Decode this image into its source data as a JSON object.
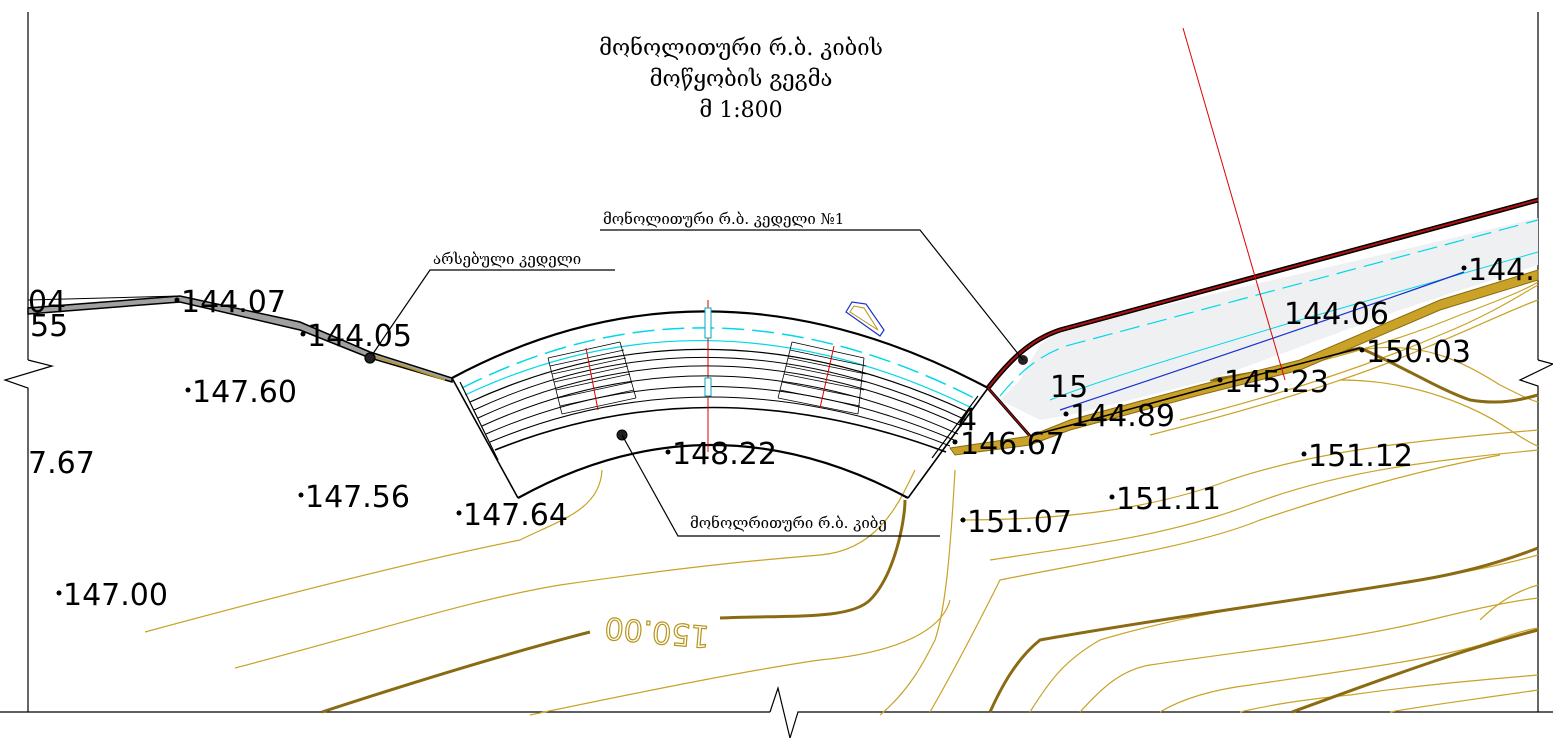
{
  "title": {
    "line1": "მონოლითური რ.ბ. კიბის",
    "line2": "მოწყობის გეგმა",
    "scale": "მ 1:800"
  },
  "labels": {
    "existing_wall": "არსებული კედელი",
    "wall_no1": "მონოლითური რ.ბ. კედელი №1",
    "stair": "მონოლრითური რ.ბ. კიბე"
  },
  "elevations": [
    "144.07",
    "144.05",
    "147.60",
    "147.56",
    "147.64",
    "147.00",
    "148.22",
    "146.67",
    "144.89",
    "151.07",
    "151.11",
    "151.12",
    "145.23",
    "150.03",
    "144.06",
    "144.",
    "7.67",
    "04",
    "55",
    "4",
    "15"
  ],
  "contour_label": "150.00",
  "colors": {
    "line": "#000000",
    "contour": "#c9a227",
    "contour_major": "#8a6a12",
    "cyan": "#00d8e8",
    "red": "#e00000",
    "blue": "#1a2fd0",
    "wall_fill": "#a0a0a0",
    "darkred": "#7a0000"
  }
}
